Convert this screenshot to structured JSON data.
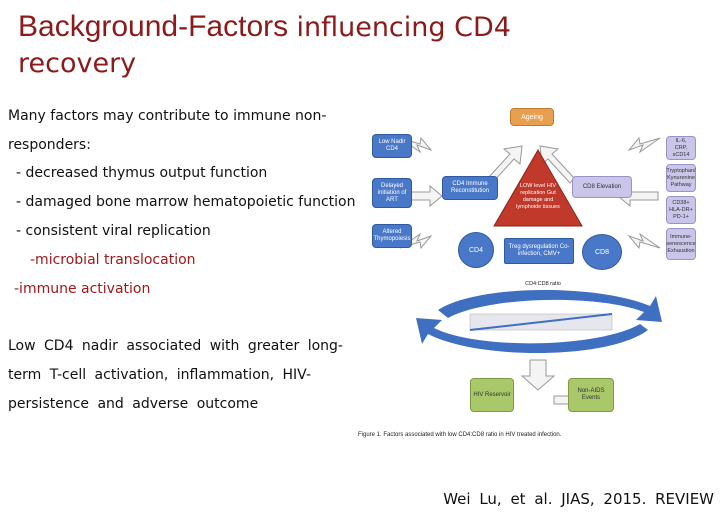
{
  "title": {
    "part1": "Background-Factors",
    "part2": "influencing CD4",
    "line2": "recovery"
  },
  "body": {
    "intro_line1": "Many factors may contribute to immune non-",
    "intro_line2": "responders:",
    "bullets": [
      "- decreased thymus output function",
      "- damaged bone marrow hematopoietic function",
      "- consistent viral replication"
    ],
    "red_items": [
      "-microbial translocation",
      "-immune activation"
    ],
    "para_line1": "Low CD4 nadir associated with greater long-",
    "para_line2": "term T-cell activation, inflammation, HIV-",
    "para_line3": "persistence and adverse outcome"
  },
  "figure": {
    "ageing": "Ageing",
    "low_nadir": "Low Nadir CD4",
    "delayed": "Delayed initiation of ART",
    "altered_thymo": "Altered Thymopoiesis",
    "cd4_recon": "CD4 Immune Reconstitution",
    "triangle": "LOW level HIV replication Gut damage and lymphoide tissues",
    "cd8_elev": "CD8 Elevation",
    "il6": "IL-6, CRP, sCD14",
    "trypto": "Tryptophan/ Kynurenine Pathway",
    "cd38": "CD38+ HLA-DR+ PD-1+",
    "immuno": "Immune-senescence Exhaustion",
    "cd4": "CD4",
    "treg": "Treg dysregulation Co-infection, CMV+",
    "cd8": "CD8",
    "ratio": "CD4:CD8 ratio",
    "hiv_res": "HIV Reservoir",
    "nonaids": "Non-AIDS Events",
    "caption": "Figure 1.  Factors associated with low CD4:CD8 ratio in HIV treated infection."
  },
  "citation": "Wei Lu, et al. JIAS, 2015. REVIEW",
  "colors": {
    "title": "#8b1a1a",
    "highlight": "#a01818",
    "box_blue": "#4a78c8",
    "box_lavender": "#c9c6ea",
    "box_green": "#a8c86a",
    "box_orange": "#e8a050",
    "triangle_red": "#c0392b"
  }
}
